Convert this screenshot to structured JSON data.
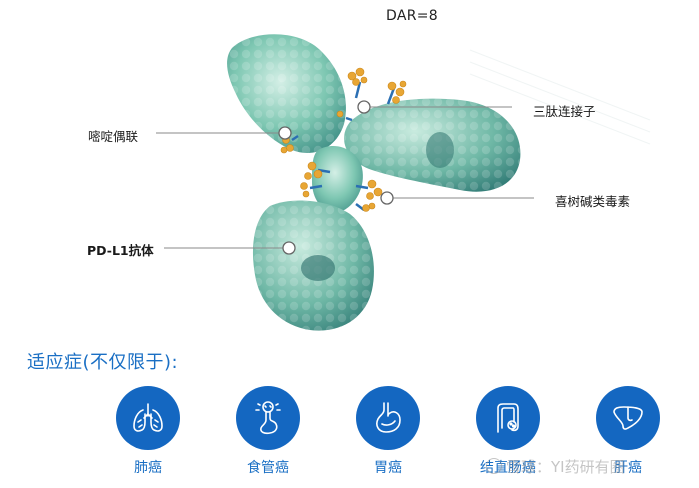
{
  "diagram": {
    "dar": "DAR=8",
    "labels": {
      "pyrimidine": "嘧啶偶联",
      "peptide_linker": "三肽连接子",
      "camptothecin": "喜树碱类毒素",
      "antibody": "PD-L1抗体"
    }
  },
  "indications": {
    "title": "适应症(不仅限于):",
    "items": [
      {
        "label": "肺癌",
        "icon": "lungs-icon"
      },
      {
        "label": "食管癌",
        "icon": "esophagus-icon"
      },
      {
        "label": "胃癌",
        "icon": "stomach-icon"
      },
      {
        "label": "结直肠癌",
        "icon": "colon-icon"
      },
      {
        "label": "肝癌",
        "icon": "liver-icon"
      }
    ],
    "colors": {
      "circle": "#1467c1",
      "text": "#1a6fc4"
    }
  },
  "watermark": "雪球：YI药研有圈"
}
